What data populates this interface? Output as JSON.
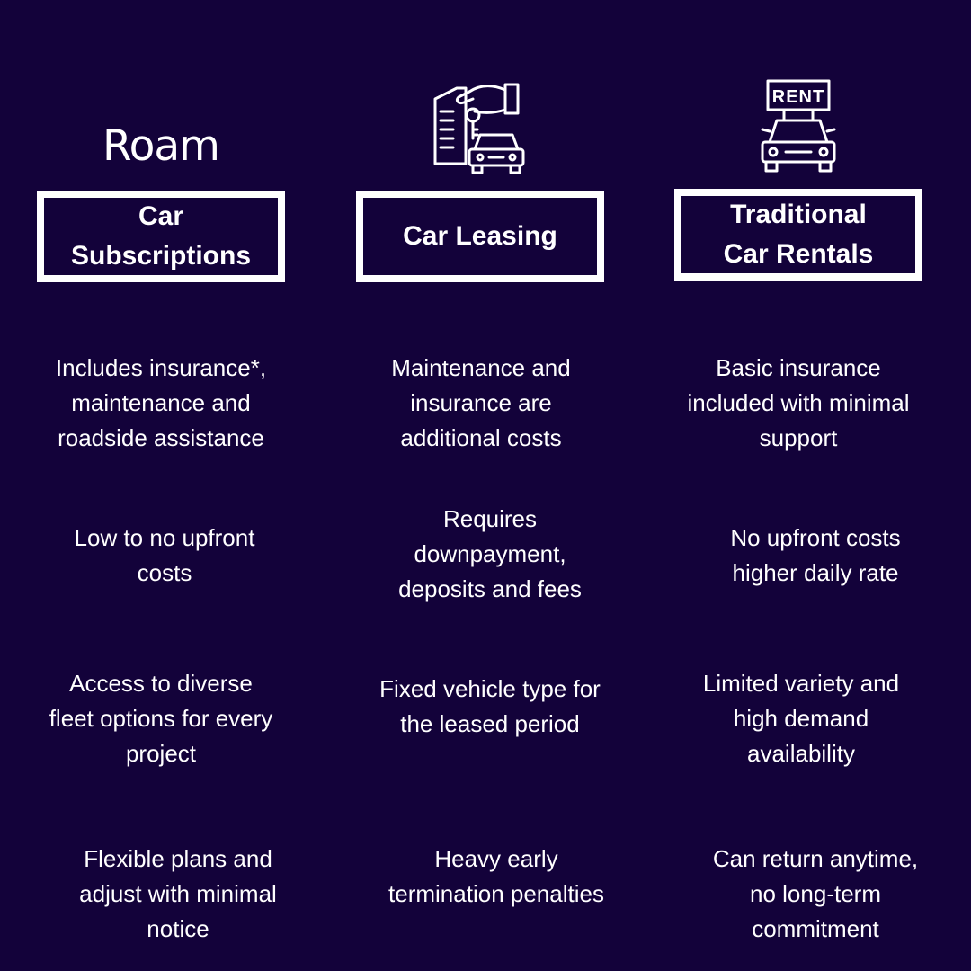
{
  "brand": {
    "logo_text": "Roam"
  },
  "icons": {
    "leasing": "hand-keys-contract-car-icon",
    "rental": "rent-sign-car-icon",
    "rent_sign_text": "RENT"
  },
  "columns": [
    {
      "header": "Car\nSubscriptions",
      "rows": [
        "Includes insurance*,\nmaintenance and\nroadside assistance",
        "Low to no upfront\ncosts",
        "Access to diverse\nfleet options for every\nproject",
        "Flexible plans and\nadjust with minimal\nnotice"
      ]
    },
    {
      "header": "Car Leasing",
      "rows": [
        "Maintenance and\ninsurance are\nadditional costs",
        "Requires\ndownpayment,\ndeposits and fees",
        "Fixed vehicle type for\nthe leased period",
        "Heavy early\ntermination penalties"
      ]
    },
    {
      "header": "Traditional\nCar Rentals",
      "rows": [
        "Basic insurance\nincluded with minimal\nsupport",
        "No upfront costs\nhigher daily rate",
        "Limited variety and\nhigh demand\navailability",
        "Can return anytime,\nno long-term\ncommitment"
      ]
    }
  ],
  "colors": {
    "background": "#13023a",
    "foreground": "#ffffff"
  }
}
